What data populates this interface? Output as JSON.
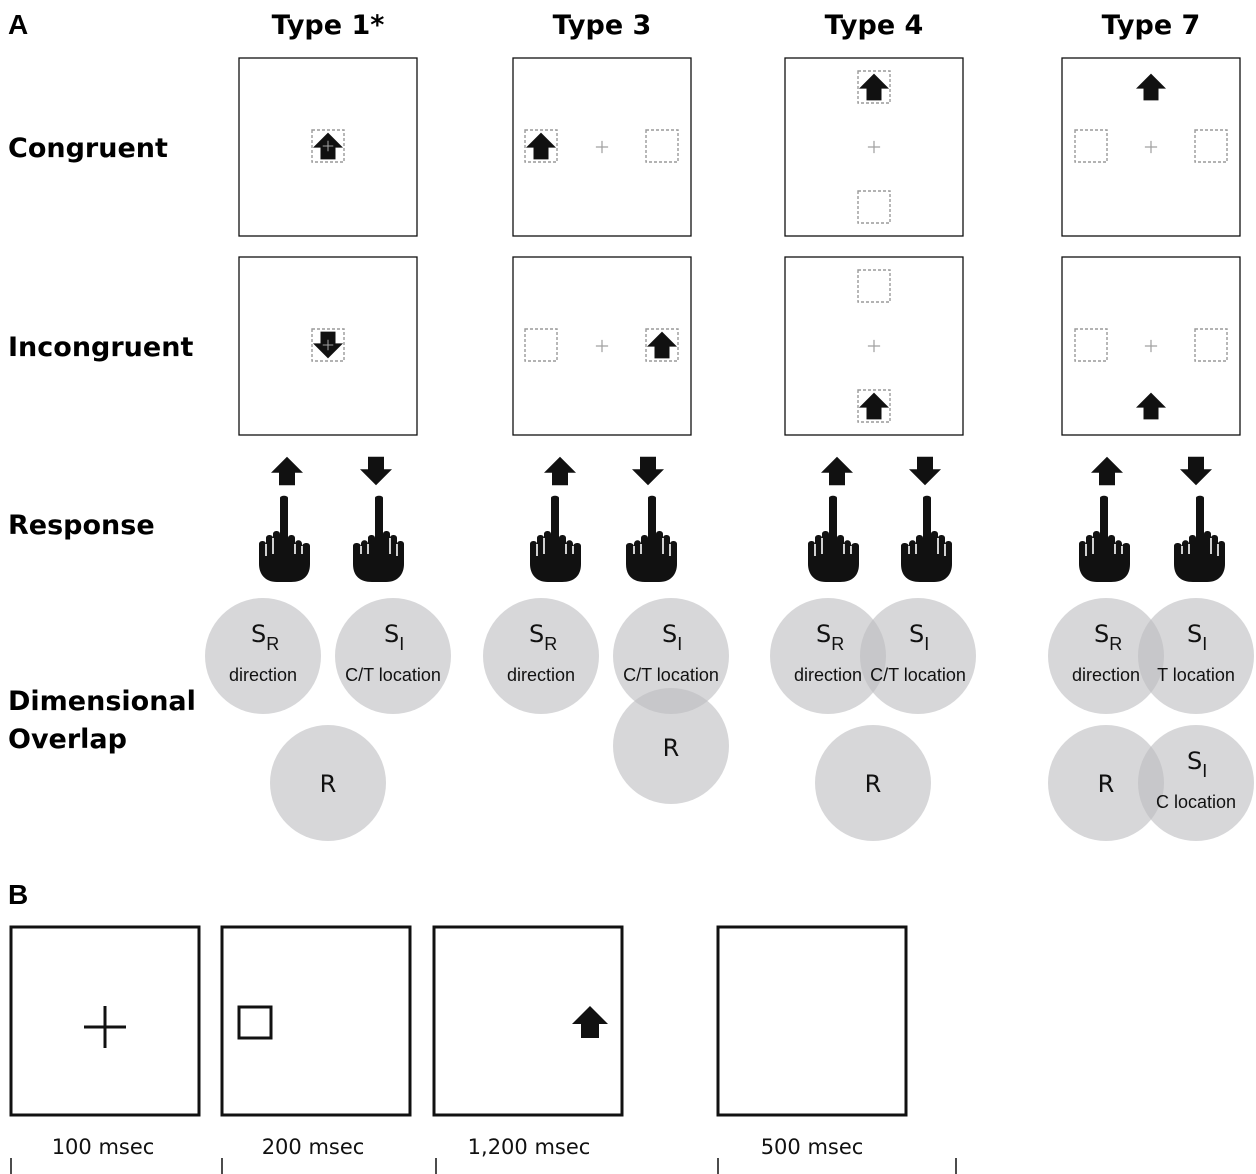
{
  "panel_a": {
    "letter": "A",
    "columns": [
      {
        "title": "Type 1*"
      },
      {
        "title": "Type 3"
      },
      {
        "title": "Type 4"
      },
      {
        "title": "Type 7"
      }
    ],
    "rows": {
      "congruent": "Congruent",
      "incongruent": "Incongruent",
      "response": "Response",
      "overlap_line1": "Dimensional",
      "overlap_line2": "Overlap"
    },
    "circles": {
      "s": "S",
      "r_sub": "R",
      "i_sub": "I",
      "r": "R",
      "direction": "direction",
      "ct_location": "C/T location",
      "t_location": "T location",
      "c_location": "C location"
    }
  },
  "panel_b": {
    "letter": "B",
    "timings": [
      "100 msec",
      "200 msec",
      "1,200 msec",
      "500 msec"
    ]
  },
  "colors": {
    "circle_fill": "#bcbdbf",
    "dashed_box": "#9a9a9a",
    "fixation_gray": "#a0a0a0",
    "ink": "#111111"
  }
}
